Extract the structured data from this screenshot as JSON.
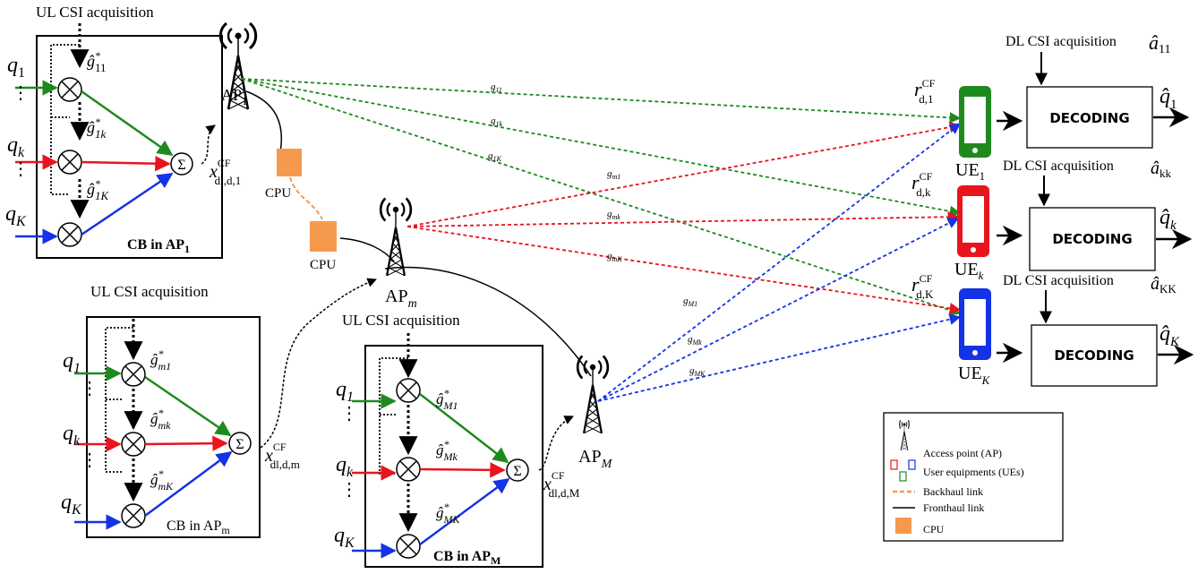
{
  "colors": {
    "green": "#1e8a1e",
    "red": "#e8141e",
    "blue": "#1432e6",
    "cpu": "#f59a4c",
    "black": "#000000"
  },
  "labels": {
    "ul_csi_1": "UL CSI acquisition",
    "ul_csi_m": "UL CSI acquisition",
    "ul_csi_M": "UL CSI acquisition",
    "cpu_1": "CPU",
    "cpu_2": "CPU",
    "dl_csi": [
      "DL CSI acquisition",
      "DL CSI acquisition",
      "DL CSI acquisition"
    ],
    "decoding": [
      "DECODING",
      "DECODING",
      "DECODING"
    ]
  },
  "blocks": [
    {
      "name": "ap1",
      "q": [
        "q",
        "q",
        "q"
      ],
      "q_sub": [
        "1",
        "k",
        "K"
      ],
      "g_sub": [
        "11",
        "1k",
        "1K"
      ],
      "cb_label": "CB in AP",
      "cb_sub": "1",
      "x_label": "x",
      "x_sup": "CF",
      "x_sub": "dl,d,1"
    },
    {
      "name": "apm",
      "q": [
        "q",
        "q",
        "q"
      ],
      "q_sub": [
        "1",
        "k",
        "K"
      ],
      "g_sub": [
        "m1",
        "mk",
        "mK"
      ],
      "cb_label": "CB in AP",
      "cb_sub": "m",
      "x_label": "x",
      "x_sup": "CF",
      "x_sub": "dl,d,m"
    },
    {
      "name": "apM",
      "q": [
        "q",
        "q",
        "q"
      ],
      "q_sub": [
        "1",
        "k",
        "K"
      ],
      "g_sub": [
        "M1",
        "Mk",
        "MK"
      ],
      "cb_label": "CB in AP",
      "cb_sub": "M",
      "x_label": "x",
      "x_sup": "CF",
      "x_sub": "dl,d,M"
    }
  ],
  "aps": [
    {
      "label": "AP",
      "sub": "1"
    },
    {
      "label": "AP",
      "sub": "m"
    },
    {
      "label": "AP",
      "sub": "M"
    }
  ],
  "ues": [
    {
      "label": "UE",
      "sub": "1",
      "r": "r",
      "r_sup": "CF",
      "r_sub": "d,1",
      "a_sub": "11",
      "out_sub": "1"
    },
    {
      "label": "UE",
      "sub": "k",
      "r": "r",
      "r_sup": "CF",
      "r_sub": "d,k",
      "a_sub": "kk",
      "out_sub": "k"
    },
    {
      "label": "UE",
      "sub": "K",
      "r": "r",
      "r_sup": "CF",
      "r_sub": "d,K",
      "a_sub": "KK",
      "out_sub": "K"
    }
  ],
  "channels": [
    "g",
    "g",
    "g",
    "g",
    "g",
    "g",
    "g",
    "g",
    "g"
  ],
  "channel_subs": [
    "11",
    "1k",
    "1K",
    "m1",
    "mk",
    "mK",
    "M1",
    "Mk",
    "MK"
  ],
  "legend": {
    "items": [
      "Access point (AP)",
      "User equipments (UEs)",
      "Backhaul link",
      "Fronthaul link",
      "CPU"
    ]
  }
}
